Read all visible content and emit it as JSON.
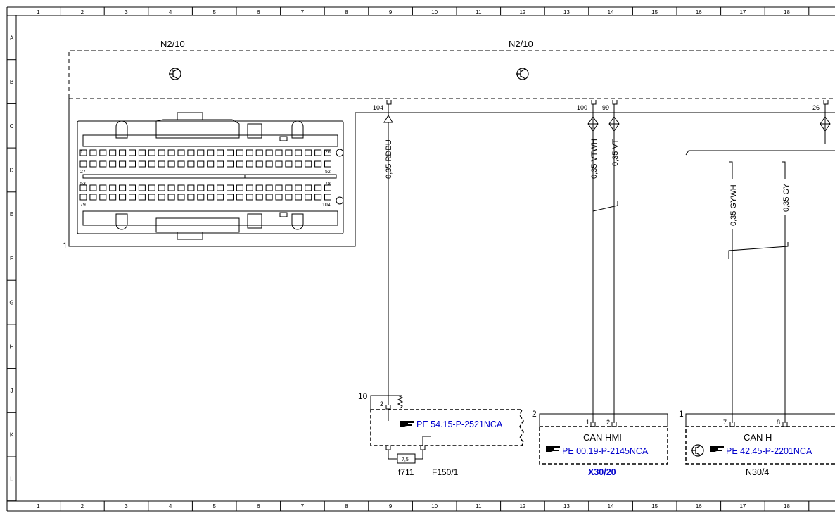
{
  "grid": {
    "columns": [
      "1",
      "2",
      "3",
      "4",
      "5",
      "6",
      "7",
      "8",
      "9",
      "10",
      "11",
      "12",
      "13",
      "14",
      "15",
      "16",
      "17",
      "18"
    ],
    "rows": [
      "A",
      "B",
      "C",
      "D",
      "E",
      "F",
      "G",
      "H",
      "J",
      "K",
      "L"
    ]
  },
  "labels": {
    "module_left": "N2/10",
    "module_right": "N2/10",
    "connector_ref": "1",
    "connector_pin_1": "1",
    "connector_pin_26": "26",
    "connector_pin_27": "27",
    "connector_pin_52": "52",
    "connector_pin_53": "53",
    "connector_pin_78": "78",
    "connector_pin_79": "79",
    "connector_pin_104": "104"
  },
  "pins": {
    "p104": "104",
    "p100": "100",
    "p99": "99",
    "p26": "26"
  },
  "wires": {
    "w1": "0,35 RDBU",
    "w2": "0,35 VTWH",
    "w3": "0,35 VT",
    "w4": "0,35 GYWH",
    "w5": "0,35 GY"
  },
  "fuse_block": {
    "ref_num": "10",
    "pin": "2",
    "link": "PE 54.15-P-2521NCA",
    "fuse_value": "7,5",
    "fuse_id": "f711",
    "name": "F150/1"
  },
  "can_hmi": {
    "ref_num": "2",
    "pin1": "1",
    "pin2": "2",
    "title": "CAN HMI",
    "link": "PE 00.19-P-2145NCA",
    "name": "X30/20"
  },
  "can_h": {
    "ref_num": "1",
    "pin7": "7",
    "pin8": "8",
    "title": "CAN H",
    "link": "PE 42.45-P-2201NCA",
    "name": "N30/4"
  },
  "colors": {
    "line": "#000000",
    "link": "#0000cc",
    "background": "#ffffff"
  }
}
